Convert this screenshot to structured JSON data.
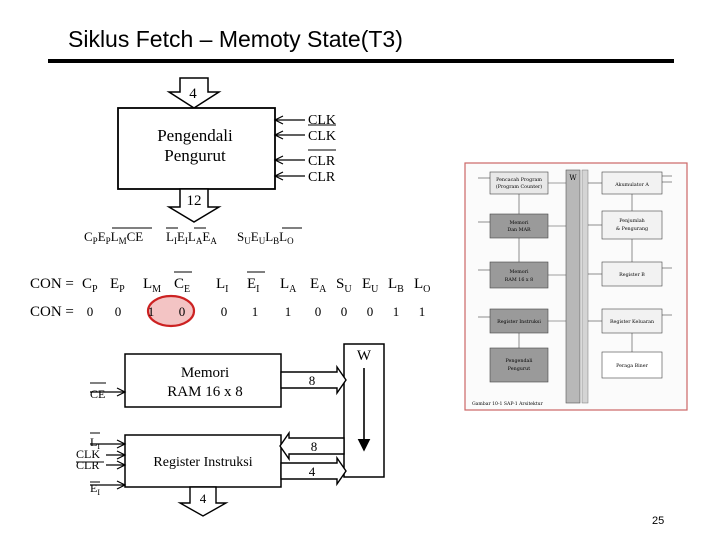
{
  "slide": {
    "title": "Siklus Fetch – Memoty State(T3)",
    "page_number": "25"
  },
  "controller": {
    "top_bus_width": "4",
    "label_line1": "Pengendali",
    "label_line2": "Pengurut",
    "inputs": [
      "CLK",
      "CLK",
      "CLR",
      "CLR"
    ],
    "bottom_bus_width": "12"
  },
  "control_word": {
    "signals_row": [
      "C",
      "P",
      "E",
      "P",
      "L",
      "M",
      "CE",
      "L",
      "I",
      "E",
      "I",
      "L",
      "A",
      "E",
      "A",
      "S",
      "U",
      "E",
      "U",
      "L",
      "B",
      "L",
      "O"
    ],
    "prefix": "CON =",
    "signals": [
      {
        "main": "C",
        "sub": "P"
      },
      {
        "main": "E",
        "sub": "P"
      },
      {
        "main": "L",
        "sub": "M"
      },
      {
        "main": "C",
        "sub": "E"
      },
      {
        "main": "L",
        "sub": "I"
      },
      {
        "main": "E",
        "sub": "I"
      },
      {
        "main": "L",
        "sub": "A"
      },
      {
        "main": "E",
        "sub": "A"
      },
      {
        "main": "S",
        "sub": "U"
      },
      {
        "main": "E",
        "sub": "U"
      },
      {
        "main": "L",
        "sub": "B"
      },
      {
        "main": "L",
        "sub": "O"
      }
    ],
    "values": [
      "0",
      "0",
      "1",
      "0",
      "0",
      "1",
      "1",
      "0",
      "0",
      "0",
      "1",
      "1"
    ],
    "highlighted_index": 3
  },
  "datapath": {
    "bus_label": "W",
    "memory_line1": "Memori",
    "memory_line2": "RAM 16 x 8",
    "memory_input": "CE",
    "memory_bus_width": "8",
    "ir_label": "Register Instruksi",
    "ir_inputs": [
      "L",
      "CLK",
      "CLR",
      "E"
    ],
    "ir_bus_in": "8",
    "ir_bus_out": "4",
    "ir_bottom_bus": "4"
  },
  "mini_diagram": {
    "blocks": [
      "Pencacah Program",
      "(Program Counter)",
      "Akumulator A",
      "Memori",
      "Dan MAR",
      "Penjumlah",
      "& Pengurang",
      "Memori",
      "RAM 16 x 8",
      "Register B",
      "Register Instruksi",
      "Register Keluaran",
      "Pengendali",
      "Pengurut",
      "Peraga Biner"
    ],
    "caption": "Gambar 10-1 SAP-1 Arsitektur"
  },
  "colors": {
    "text": "#000000",
    "rule": "#000000",
    "highlight_fill": "#f3c4c4",
    "highlight_stroke": "#cc2222",
    "mini_border": "#cc6666",
    "mini_block_dark": "#9a9a9a",
    "mini_bus": "#b8b8b8"
  }
}
